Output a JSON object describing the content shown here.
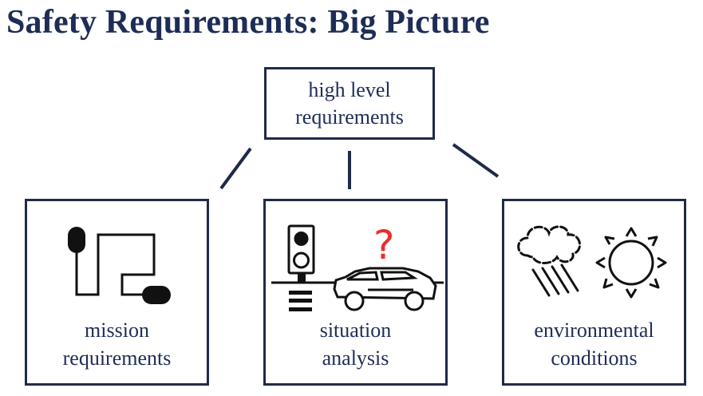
{
  "title": "Safety Requirements: Big Picture",
  "top_box": {
    "line1": "high level",
    "line2": "requirements"
  },
  "cards": [
    {
      "line1": "mission",
      "line2": "requirements",
      "icon": "route-path-icon"
    },
    {
      "line1": "situation",
      "line2": "analysis",
      "icon": "traffic-scene-icon"
    },
    {
      "line1": "environmental",
      "line2": "conditions",
      "icon": "weather-icon"
    }
  ],
  "question_mark": "?",
  "colors": {
    "title": "#1e2d57",
    "border": "#1f2a4a",
    "question": "#e8302a"
  }
}
